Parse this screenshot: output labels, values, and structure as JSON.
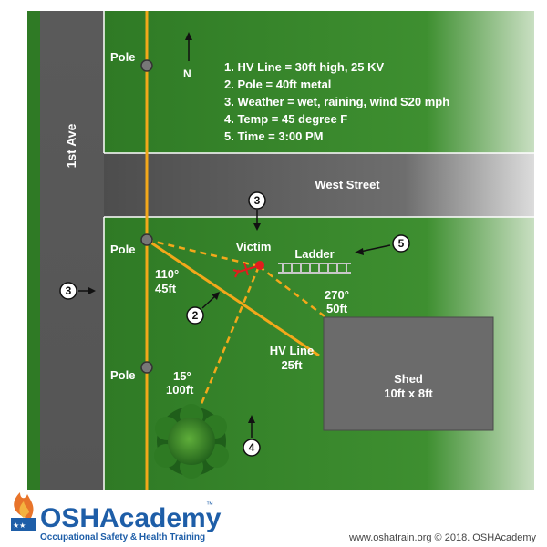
{
  "streets": {
    "avenue": "1st Ave",
    "street": "West Street"
  },
  "compass": {
    "label": "N"
  },
  "notes": [
    "1. HV Line = 30ft high, 25 KV",
    "2. Pole = 40ft metal",
    "3. Weather = wet, raining, wind S20 mph",
    "4. Temp = 45 degree F",
    "5. Time = 3:00 PM"
  ],
  "poles": {
    "label": "Pole"
  },
  "victim": {
    "label": "Victim"
  },
  "ladder": {
    "label": "Ladder"
  },
  "measurements": {
    "pole_angle": "110°",
    "pole_dist": "45ft",
    "shed_angle": "270°",
    "shed_dist": "50ft",
    "tree_angle": "15°",
    "tree_dist": "100ft",
    "hv_label": "HV Line",
    "hv_dist": "25ft"
  },
  "shed": {
    "title": "Shed",
    "size": "10ft x 8ft"
  },
  "markers": {
    "weather_top": "3",
    "weather_left": "3",
    "pole_ref": "2",
    "tree_ref": "4",
    "time_ref": "5"
  },
  "logo": {
    "name_osh": "OSH",
    "name_academy": "Academy",
    "tm": "™",
    "tagline": "Occupational Safety & Health Training"
  },
  "footer": {
    "credit": "www.oshatrain.org © 2018. OSHAcademy"
  },
  "colors": {
    "grass": "#3b8a2e",
    "road": "#5a5a5a",
    "wire": "#f3a81a",
    "shed": "#6b6b6b",
    "victim": "#e11d1d",
    "brand": "#1e5ea8"
  }
}
